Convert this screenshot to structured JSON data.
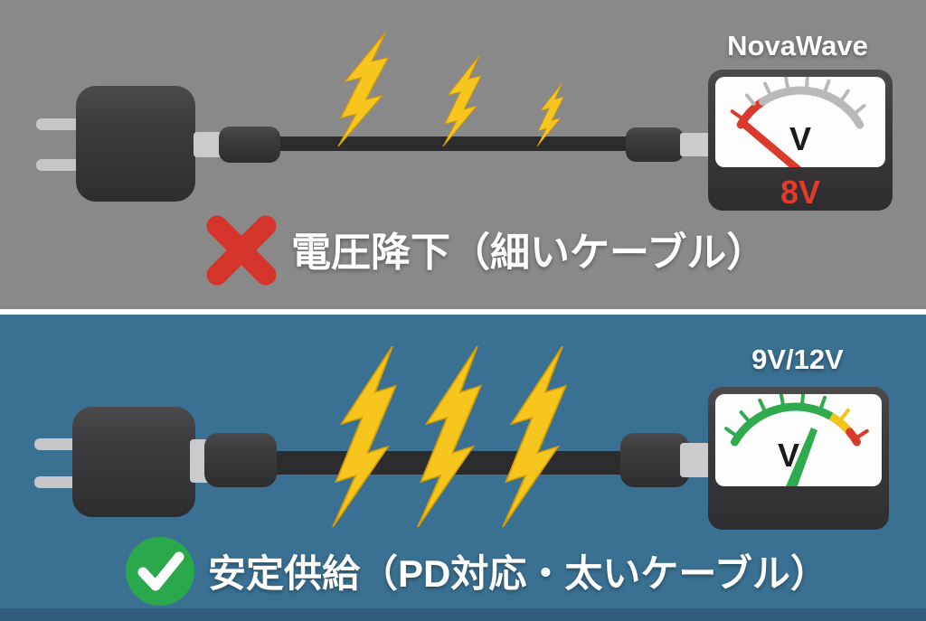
{
  "panels": {
    "top": {
      "name": "voltage-drop-thin-cable",
      "background": "#898989",
      "brand_label": "NovaWave",
      "meter_unit": "V",
      "meter_reading": "8V",
      "status_icon": "cross-icon",
      "status_color": "#d5342b",
      "caption": "電圧降下（細いケーブル）",
      "bolt_count": 3,
      "cable_style": "thin"
    },
    "bottom": {
      "name": "stable-supply-thick-cable",
      "background": "#3a7092",
      "voltage_label": "9V/12V",
      "meter_unit": "V",
      "status_icon": "check-icon",
      "status_color": "#2aa94c",
      "caption": "安定供給（PD対応・太いケーブル）",
      "bolt_count": 3,
      "cable_style": "thick"
    }
  },
  "colors": {
    "bolt": "#f6c51e",
    "bolt_edge": "#d89e00",
    "divider": "#ffffff",
    "device_body_dark": "#3a3a3c",
    "connector_metal": "#cbcbcd",
    "meter_face": "#fdfdfd",
    "scale_silver": "#b9b9bb",
    "scale_red": "#d93a2b",
    "scale_green": "#2fab4e",
    "scale_yellow": "#f0c419",
    "needle_red": "#d93a2b",
    "needle_green": "#2fab4e",
    "bottom_edge_strip": "#305d7c"
  }
}
